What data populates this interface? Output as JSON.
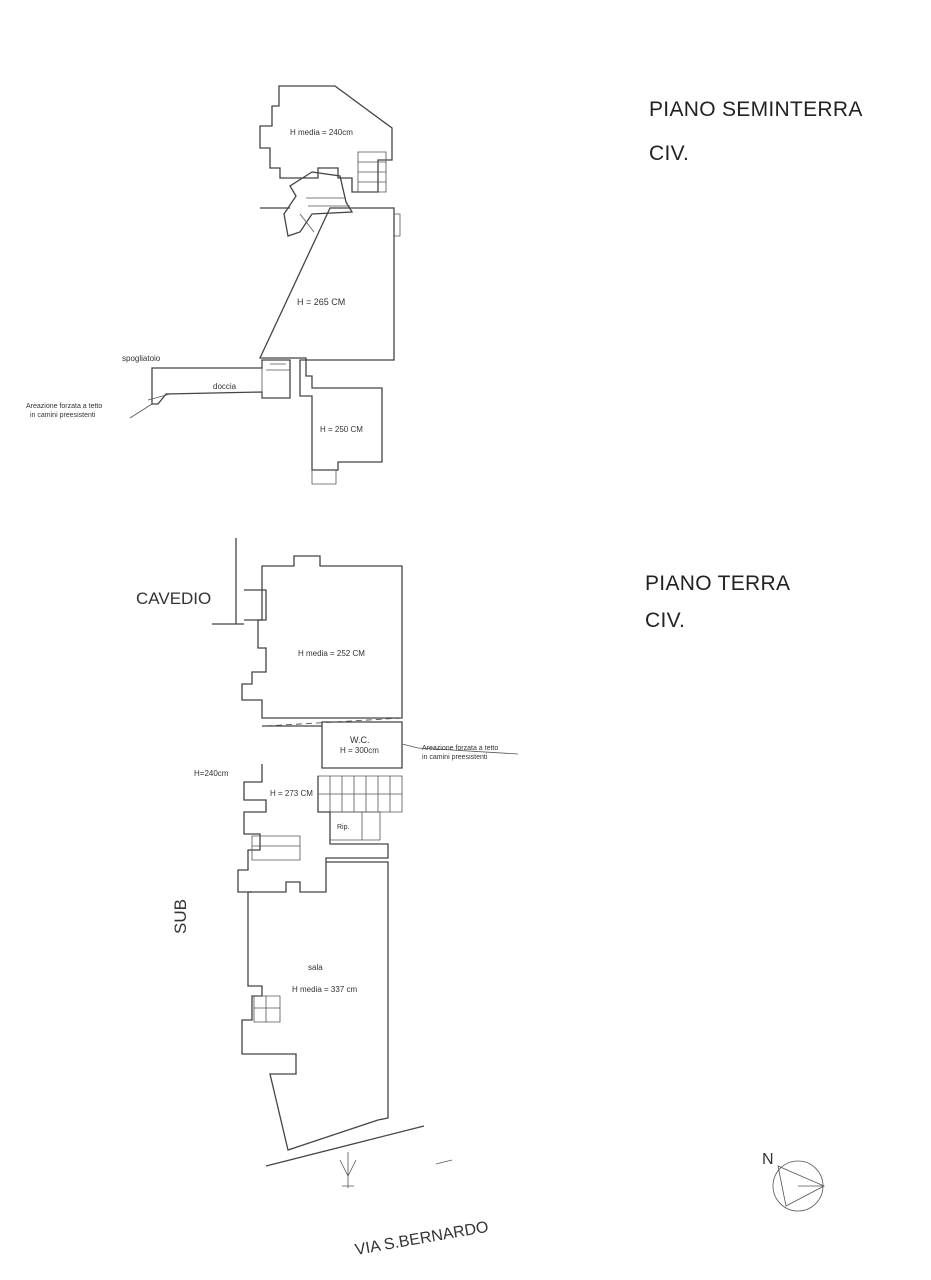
{
  "basement": {
    "title": "PIANO SEMINTERRA",
    "civ": "CIV.",
    "rooms": {
      "top_height": "H media = 240cm",
      "middle_height": "H = 265 CM",
      "lower_height": "H = 250 CM",
      "storage": "spogliatoio",
      "shower": "doccia",
      "vent_note_line1": "Areazione forzata a tetto",
      "vent_note_line2": "in camini preesistenti"
    }
  },
  "ground": {
    "title": "PIANO TERRA",
    "civ": "CIV.",
    "labels": {
      "courtyard": "CAVEDIO",
      "sub": "SUB",
      "top_height": "H media = 252 CM",
      "wc": "W.C.",
      "wc_height": "H = 300cm",
      "vent_note_line1": "Areazione forzata a tetto",
      "vent_note_line2": "in camini preesistenti",
      "corridor_height": "H=240cm",
      "middle_height": "H = 273 CM",
      "rip": "Rip.",
      "hall": "sala",
      "hall_height": "H media = 337 cm",
      "street": "VIA S.BERNARDO",
      "north": "N"
    }
  }
}
